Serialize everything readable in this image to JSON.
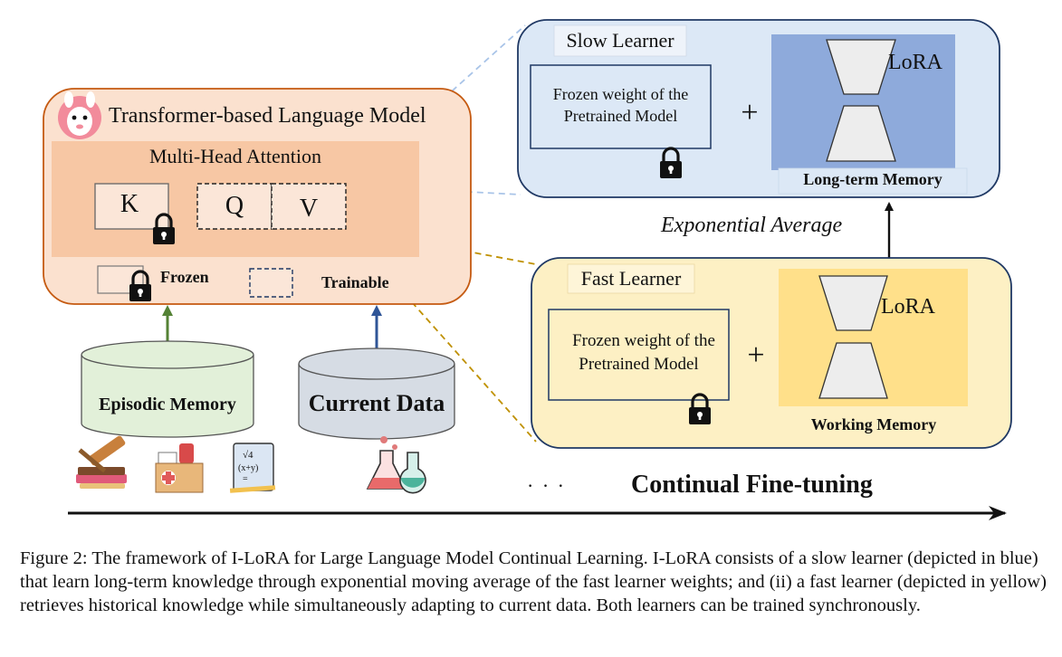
{
  "figure": {
    "transformer": {
      "title": "Transformer-based Language Model",
      "attention_title": "Multi-Head Attention",
      "k_label": "K",
      "q_label": "Q",
      "v_label": "V",
      "legend_frozen": "Frozen",
      "legend_trainable": "Trainable"
    },
    "episodic_memory_label": "Episodic Memory",
    "current_data_label": "Current Data",
    "slow_learner": {
      "title": "Slow Learner",
      "frozen_text_line1": "Frozen weight of the",
      "frozen_text_line2": "Pretrained  Model",
      "plus": "+",
      "lora_label": "LoRA",
      "memory_label": "Long-term  Memory",
      "color": "#dce8f6"
    },
    "fast_learner": {
      "title": "Fast Learner",
      "frozen_text_line1": "Frozen weight of the",
      "frozen_text_line2": "Pretrained  Model",
      "plus": "+",
      "lora_label": "LoRA",
      "memory_label": "Working  Memory",
      "color": "#fdf0c4"
    },
    "exponential_average_label": "Exponential Average",
    "ellipsis": "· · ·",
    "timeline_label": "Continual Fine-tuning",
    "formula_icon_text_1": "√4",
    "formula_icon_text_2": "(x+y)",
    "formula_icon_text_3": "="
  },
  "caption": {
    "text": "Figure 2: The framework of I-LoRA for Large Language Model Continual Learning. I-LoRA consists of a slow learner (depicted in blue) that learn long-term knowledge through exponential moving average of the fast learner weights; and (ii) a fast learner (depicted in yellow) retrieves historical knowledge while simultaneously adapting to current data. Both learners can be trained synchronously."
  },
  "colors": {
    "transformer_fill": "#fbe1cf",
    "attention_fill": "#f7c7a4",
    "slow_fill": "#dce8f6",
    "slow_lora_fill": "#8eaadb",
    "fast_fill": "#fdf0c4",
    "fast_lora_fill": "#ffe08a",
    "episodic_fill": "#e2f0d9",
    "current_fill": "#d6dce4",
    "green_arrow": "#548235",
    "blue_arrow": "#2f5597",
    "blue_dash": "#a9c4e8",
    "gold_dash": "#bf9000"
  }
}
